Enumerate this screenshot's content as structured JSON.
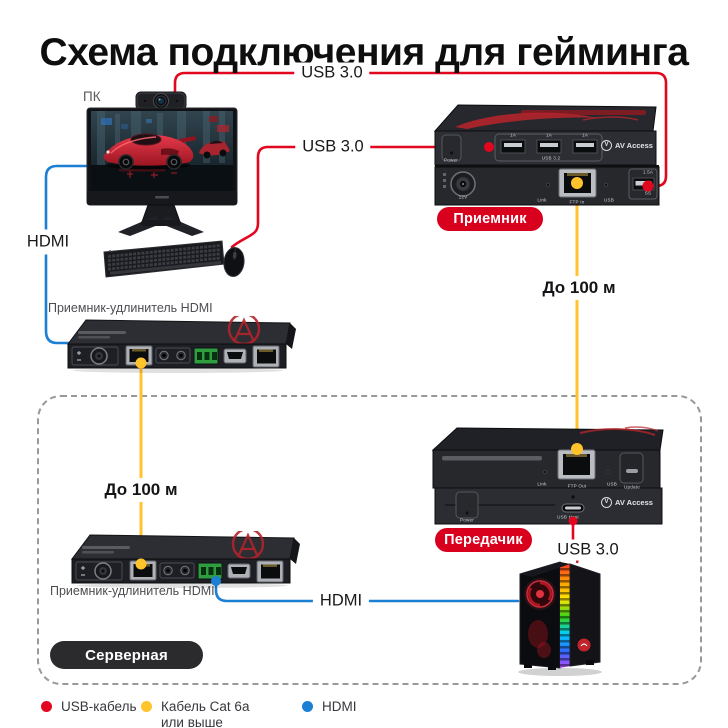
{
  "title": "Схема подключения для гейминга",
  "labels": {
    "pc": "ПК",
    "hdmi": "HDMI",
    "usb3": "USB 3.0",
    "distance": "До 100 м",
    "extender": "Приемник-удлинитель HDMI"
  },
  "badges": {
    "receiver": "Приемник",
    "transmitter": "Передачик",
    "server_room": "Серверная"
  },
  "devices": {
    "receiver": {
      "brand": "AV Access",
      "power_label": "Power",
      "usb_amp": "1A",
      "usb_caption": "USB 3.2",
      "dc_label": "12V",
      "link_label": "Link",
      "ftp_label": "FTP In",
      "usb_label": "USB",
      "usb2_amp": "1.5A",
      "ss_label": "SS"
    },
    "transmitter": {
      "brand": "AV Access",
      "power_label": "Power",
      "link_label": "Link",
      "ftp_label": "FTP Out",
      "usb_label": "USB",
      "update_label": "Update",
      "usb_host_label": "USB Host"
    }
  },
  "legend": [
    {
      "color": "#e2061e",
      "label": "USB-кабель"
    },
    {
      "color": "#ffc32b",
      "label": "Кабель Cat 6a или выше"
    },
    {
      "color": "#1b7fd4",
      "label": "HDMI"
    }
  ],
  "colors": {
    "usb_cable": "#e2061e",
    "cat_cable": "#ffc32b",
    "hdmi_cable": "#1b7fd4",
    "badge_red": "#d8001d",
    "server_badge": "#2b2b2d"
  }
}
